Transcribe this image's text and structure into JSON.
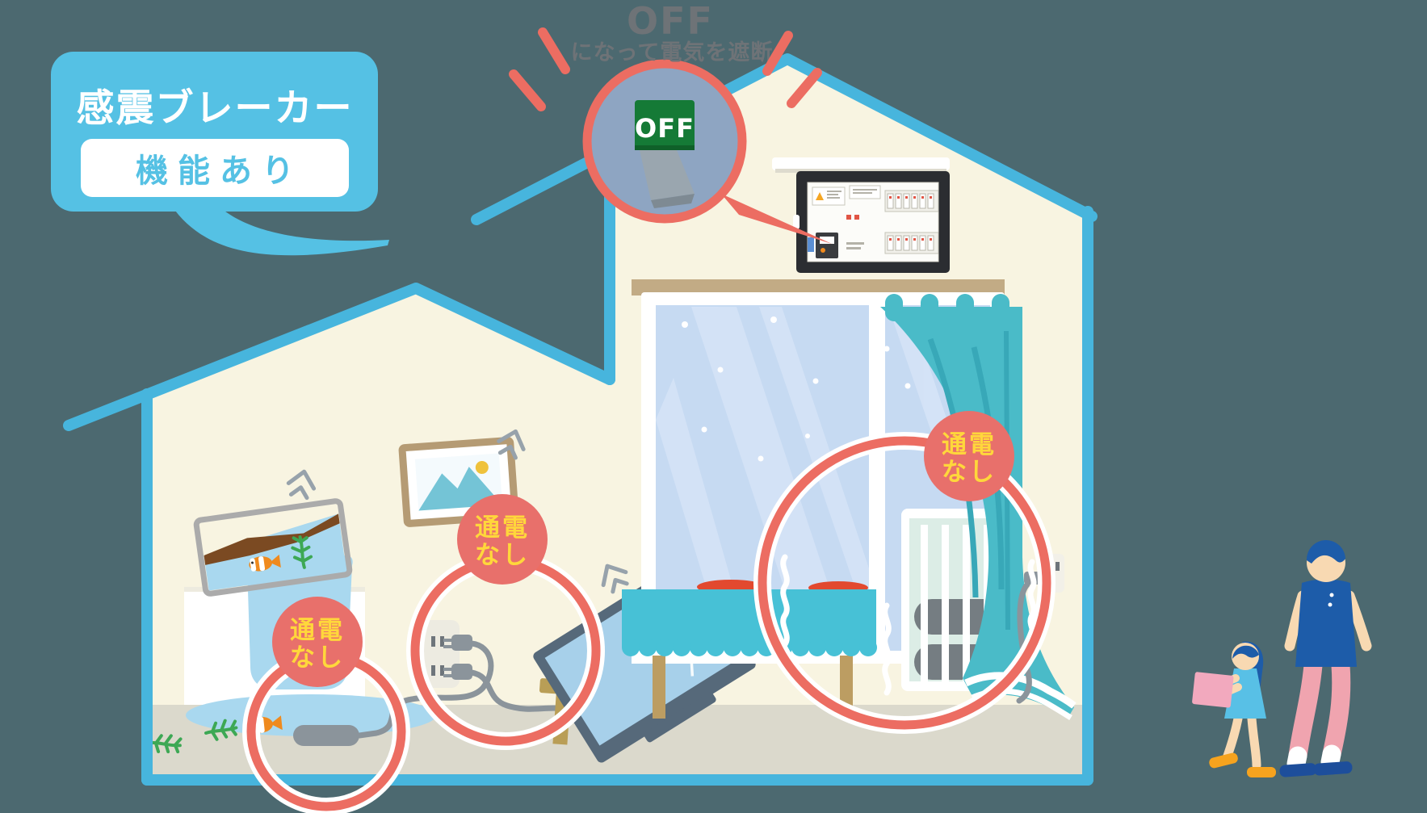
{
  "scene": {
    "colors": {
      "bg": "#4C6970",
      "house": "#F8F4E1",
      "outline": "#47B5DD",
      "accent": "#EC6D62",
      "badge": "#E8706B",
      "badge_text": "#FFD73B",
      "bubble": "#55C1E4",
      "text_gray": "#6E7377",
      "switch_green": "#157A36"
    }
  },
  "bubble": {
    "title": "感震ブレーカー",
    "status": "機能あり"
  },
  "header": {
    "title": "OFF",
    "subtitle": "になって電気を遮断"
  },
  "breaker_switch": {
    "label": "OFF"
  },
  "badges": [
    {
      "line1": "通電",
      "line2": "なし"
    },
    {
      "line1": "通電",
      "line2": "なし"
    },
    {
      "line1": "通電",
      "line2": "なし"
    }
  ]
}
